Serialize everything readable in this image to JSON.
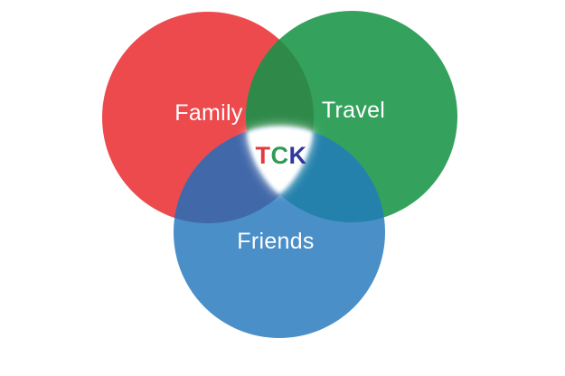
{
  "diagram": {
    "type": "venn",
    "background_color": "#FFFFFF",
    "label_color": "#FFFFFF",
    "sets": [
      {
        "id": "family",
        "label": "Family",
        "color": "#ED4A4E"
      },
      {
        "id": "travel",
        "label": "Travel",
        "color": "#34A25C"
      },
      {
        "id": "friends",
        "label": "Friends",
        "color": "#4A8FC8"
      }
    ],
    "overlaps": [
      {
        "between": "family-travel",
        "color": "#2F8A4A"
      },
      {
        "between": "family-friends",
        "color": "#4168A9"
      },
      {
        "between": "travel-friends",
        "color": "#2381AC"
      }
    ],
    "center": {
      "label": "TCK",
      "background": "#FFFFFF",
      "letters": [
        {
          "char": "T",
          "color": "#E23A3E"
        },
        {
          "char": "C",
          "color": "#2F9B55"
        },
        {
          "char": "K",
          "color": "#32389B"
        }
      ]
    }
  }
}
